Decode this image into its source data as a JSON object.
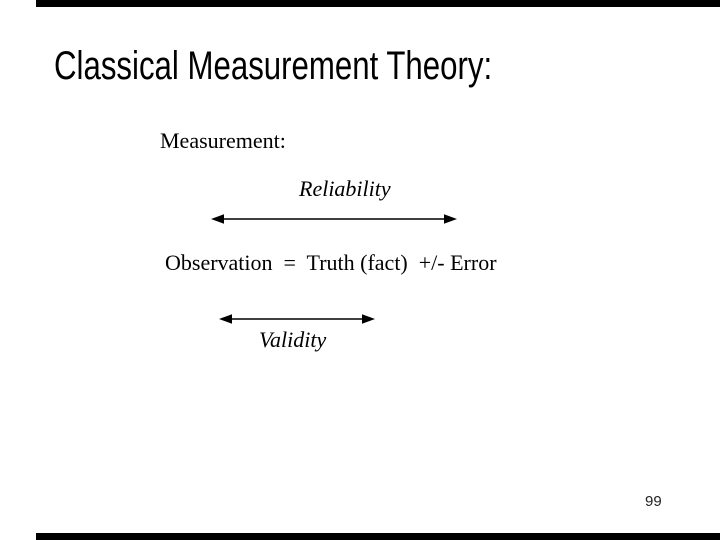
{
  "slide": {
    "title": "Classical Measurement Theory:",
    "diagram": {
      "heading": "Measurement:",
      "reliability_label": "Reliability",
      "equation": "Observation  =  Truth (fact)  +/- Error",
      "validity_label": "Validity"
    },
    "page_number": "99",
    "colors": {
      "background": "#ffffff",
      "text": "#000000",
      "border_bar": "#000000",
      "arrow": "#000000"
    }
  }
}
